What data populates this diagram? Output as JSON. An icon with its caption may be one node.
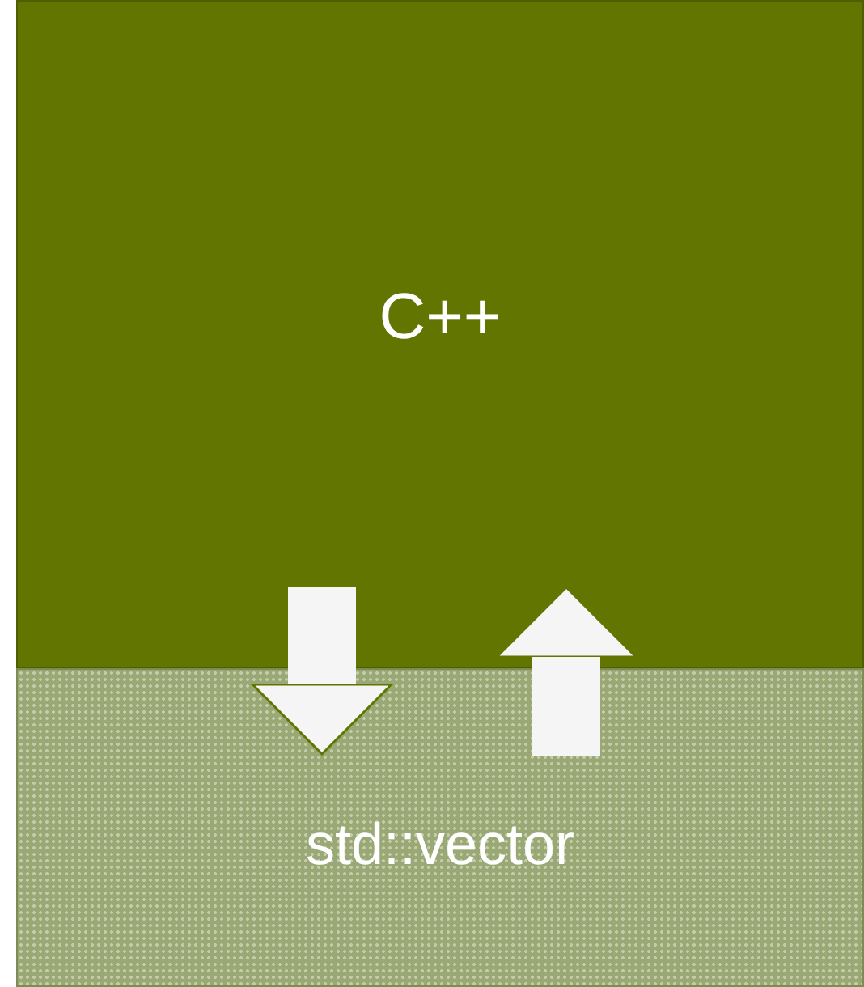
{
  "diagram": {
    "nodes": [
      {
        "text": [
          "C++"
        ]
      },
      {
        "text": [
          "std::vector"
        ]
      }
    ],
    "edges": [
      {
        "from": 0,
        "to": 1,
        "arrow": "to"
      },
      {
        "from": 1,
        "to": 0,
        "arrow": "to"
      }
    ]
  }
}
